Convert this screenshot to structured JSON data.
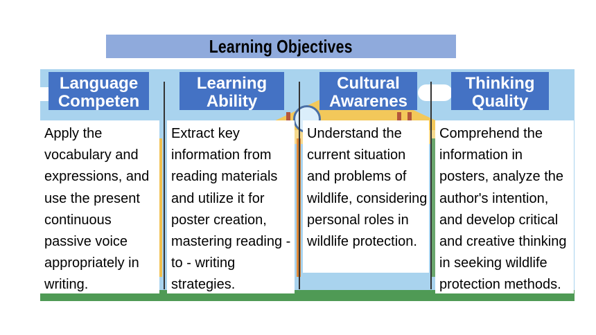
{
  "title": "Learning Objectives",
  "columns": [
    {
      "heading_line1": "Language",
      "heading_line2": "Competen",
      "text": "Apply the vocabulary and expressions, and use the present continuous passive voice appropriately in writing."
    },
    {
      "heading_line1": "Learning",
      "heading_line2": "Ability",
      "text": "Extract key information from reading materials and utilize it for poster creation, mastering reading - to - writing strategies."
    },
    {
      "heading_line1": "Cultural",
      "heading_line2": "Awarenes",
      "text": "Understand the current situation and problems of wildlife, considering personal roles in wildlife protection."
    },
    {
      "heading_line1": "Thinking",
      "heading_line2": "Quality",
      "text": "Comprehend the information in posters, analyze the author's intention, and develop critical and creative thinking in seeking wildlife protection methods."
    }
  ],
  "colors": {
    "header_bg": "#4472c4",
    "title_bg": "#8faadc",
    "sky": "#a9d3ee",
    "grass": "#4f9a55"
  }
}
